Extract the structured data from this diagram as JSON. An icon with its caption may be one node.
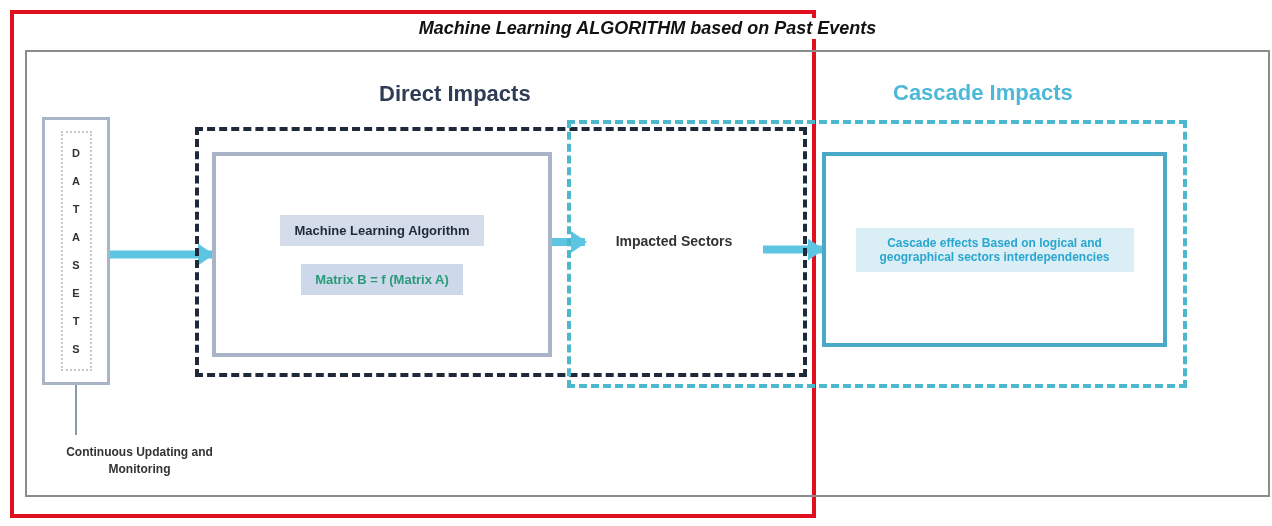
{
  "diagram": {
    "nodes": [
      {
        "text": [
          "Machine Learning ALGORITHM based on Past Events"
        ]
      },
      {
        "text": [
          "DATASETS"
        ],
        "in": 0
      },
      {
        "text": [
          "Direct Impacts"
        ],
        "in": 0
      },
      {
        "text": [
          "Machine Learning Algorithm",
          "Matrix B = f (Matrix A)"
        ],
        "in": 2
      },
      {
        "text": [
          "Cascade Impacts"
        ],
        "in": 0
      },
      {
        "text": [
          "Impacted Sectors"
        ]
      },
      {
        "text": [
          "Cascade effects Based on logical and geographical sectors interdependencies"
        ],
        "in": 4
      },
      {
        "text": [
          "Continuous Updating and Monitoring"
        ],
        "in": 0
      }
    ],
    "edges": [
      {
        "from": 1,
        "to": 3,
        "arrow": "to"
      },
      {
        "from": 3,
        "to": 5,
        "arrow": "to"
      },
      {
        "from": 5,
        "to": 6,
        "arrow": "to"
      },
      {
        "from": 7,
        "to": 1,
        "arrow": "none",
        "color": "#8a98ab"
      }
    ]
  }
}
